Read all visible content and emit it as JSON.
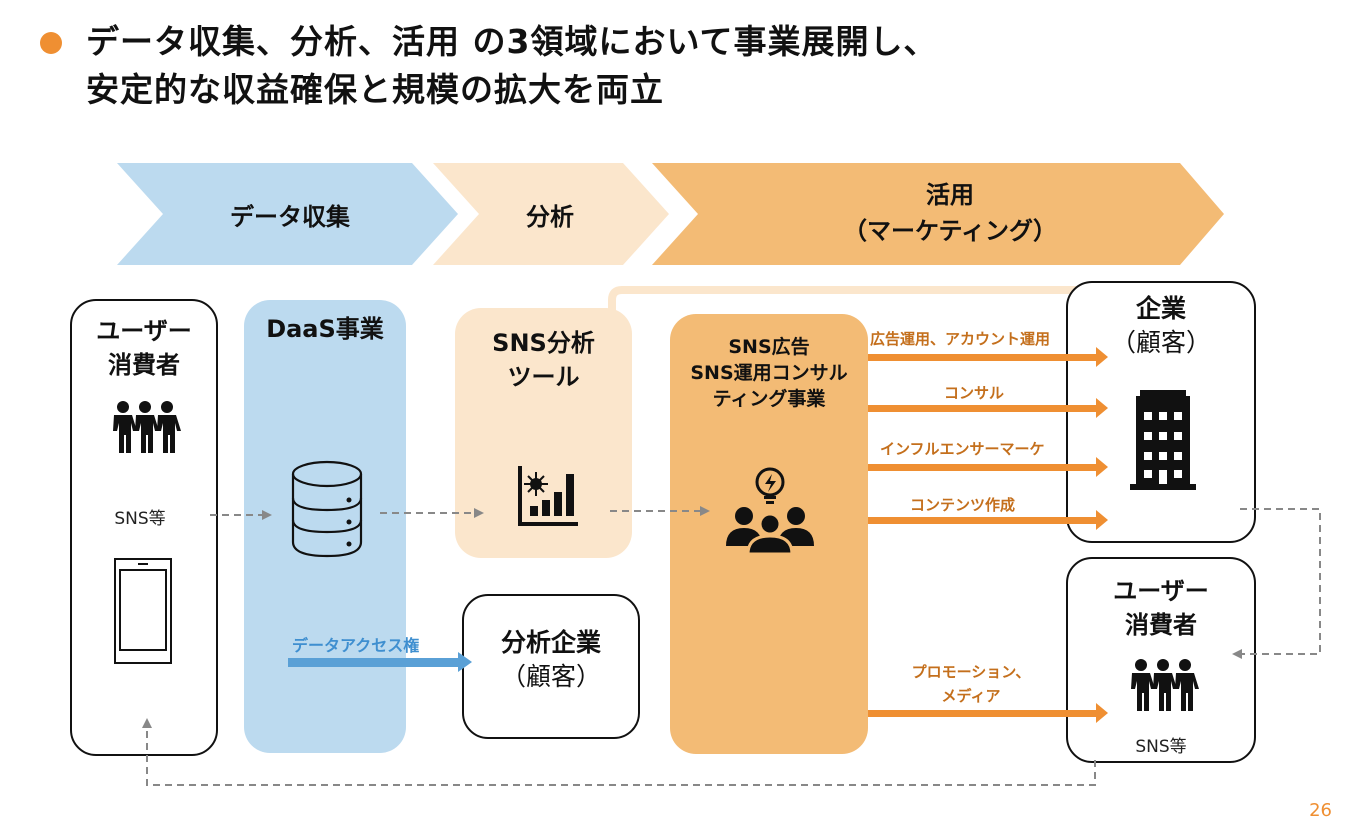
{
  "title": {
    "line1": "データ収集、分析、活用 の3領域において事業展開し、",
    "line2": "安定的な収益確保と規模の拡大を両立"
  },
  "phases": [
    {
      "label": "データ収集"
    },
    {
      "label": "分析"
    },
    {
      "label_line1": "活用",
      "label_line2": "（マーケティング）"
    }
  ],
  "user_left": {
    "line1": "ユーザー",
    "line2": "消費者",
    "sub": "SNS等",
    "icon": "people-icon",
    "device_icon": "smartphone-icon"
  },
  "daas": {
    "title": "DaaS事業",
    "icon": "database-icon",
    "arrow_label": "データアクセス権"
  },
  "sns_tool": {
    "line1": "SNS分析",
    "line2": "ツール",
    "icon": "analytics-chart-icon"
  },
  "analysis_client": {
    "line1": "分析企業",
    "line2": "（顧客）"
  },
  "consulting": {
    "line1": "SNS広告",
    "line2": "SNS運用コンサル",
    "line3": "ティング事業",
    "icon": "team-idea-icon"
  },
  "company_client": {
    "line1": "企業",
    "line2": "（顧客）",
    "icon": "building-icon"
  },
  "user_right": {
    "line1": "ユーザー",
    "line2": "消費者",
    "sub": "SNS等",
    "icon": "people-icon"
  },
  "service_arrows": [
    {
      "label": "広告運用、アカウント運用"
    },
    {
      "label": "コンサル"
    },
    {
      "label": "インフルエンサーマーケ"
    },
    {
      "label": "コンテンツ作成"
    }
  ],
  "promo_arrow": {
    "line1": "プロモーション、",
    "line2": "メディア"
  },
  "colors": {
    "accent_orange": "#ef8f32",
    "blue_light": "#bcdaef",
    "peach_light": "#fbe6cc",
    "orange_mid": "#f3bb75",
    "blue_arrow": "#5aa0d6",
    "label_orange": "#c46f1c"
  },
  "page_number": "26"
}
